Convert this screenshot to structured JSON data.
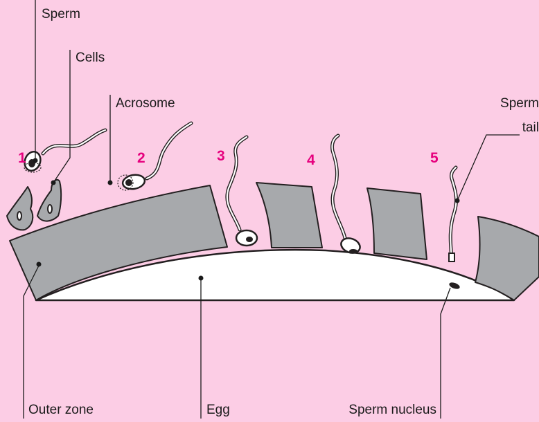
{
  "colors": {
    "background": "#fccde5",
    "outer_zone": "#a7a9ac",
    "egg": "#ffffff",
    "stage_numbers": "#e6007e",
    "outline": "#231f20"
  },
  "labels": {
    "sperm": "Sperm",
    "cells": "Cells",
    "acrosome": "Acrosome",
    "sperm_tail_line1": "Sperm",
    "sperm_tail_line2": "tail",
    "outer_zone": "Outer zone",
    "egg": "Egg",
    "sperm_nucleus": "Sperm nucleus"
  },
  "stages": [
    "1",
    "2",
    "3",
    "4",
    "5"
  ]
}
